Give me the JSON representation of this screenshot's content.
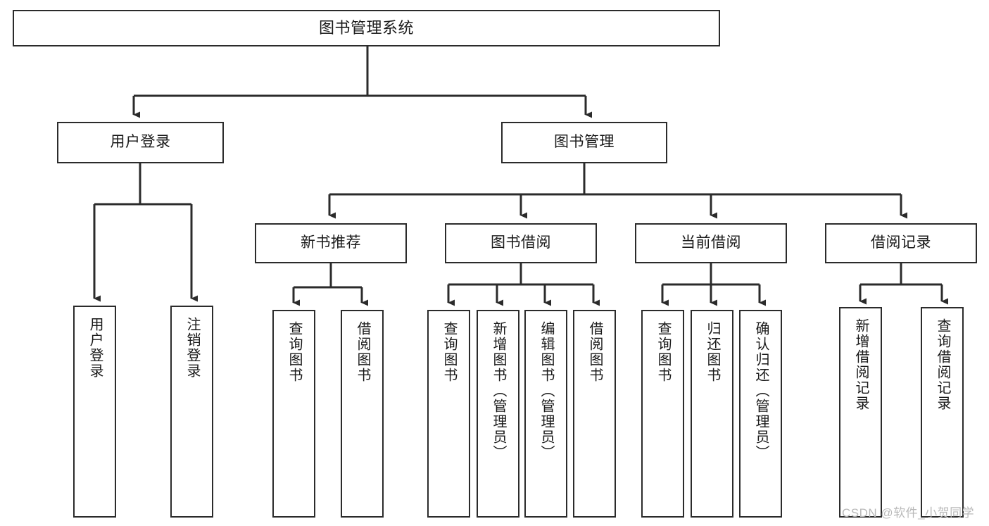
{
  "diagram": {
    "title": "图书管理系统",
    "type": "tree",
    "watermark": "CSDN @软件_小贺同学",
    "colors": {
      "stroke": "#2b2b2b",
      "fill": "#ffffff",
      "text": "#1a1a1a",
      "watermark": "#b9b9b9"
    },
    "nodes": {
      "root": {
        "label": "图书管理系统"
      },
      "level1": [
        {
          "id": "user-login",
          "label": "用户登录"
        },
        {
          "id": "book-manage",
          "label": "图书管理"
        }
      ],
      "level2": [
        {
          "id": "new-book-recommend",
          "label": "新书推荐"
        },
        {
          "id": "book-borrow",
          "label": "图书借阅"
        },
        {
          "id": "current-borrow",
          "label": "当前借阅"
        },
        {
          "id": "borrow-record",
          "label": "借阅记录"
        }
      ],
      "leaves": [
        {
          "id": "leaf-user-login",
          "label": "用户登录"
        },
        {
          "id": "leaf-logout-login",
          "label": "注销登录"
        },
        {
          "id": "leaf-query-book-1",
          "label": "查询图书"
        },
        {
          "id": "leaf-borrow-book-1",
          "label": "借阅图书"
        },
        {
          "id": "leaf-query-book-2",
          "label": "查询图书"
        },
        {
          "id": "leaf-add-book-admin",
          "label": "新增图书（管理员）"
        },
        {
          "id": "leaf-edit-book-admin",
          "label": "编辑图书（管理员）"
        },
        {
          "id": "leaf-borrow-book-2",
          "label": "借阅图书"
        },
        {
          "id": "leaf-query-book-3",
          "label": "查询图书"
        },
        {
          "id": "leaf-return-book",
          "label": "归还图书"
        },
        {
          "id": "leaf-confirm-return-admin",
          "label": "确认归还（管理员）"
        },
        {
          "id": "leaf-add-borrow-record",
          "label": "新增借阅记录"
        },
        {
          "id": "leaf-query-borrow-record",
          "label": "查询借阅记录"
        }
      ]
    }
  }
}
